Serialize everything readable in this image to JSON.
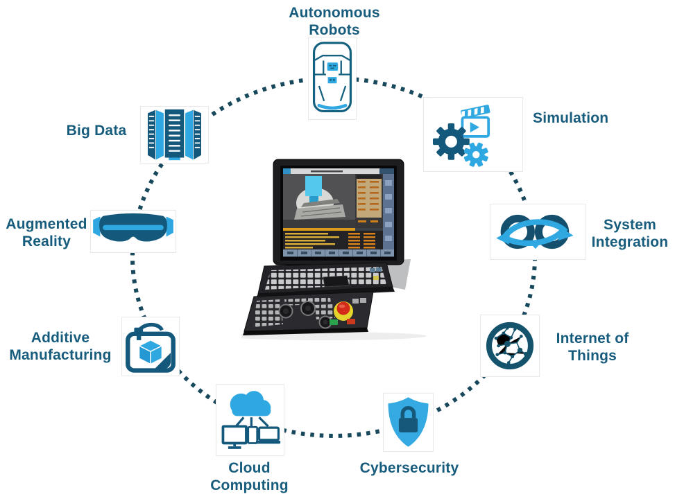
{
  "diagram": {
    "alt": "Industry 4.0 technologies arranged in a dotted circle around a CNC machine control panel",
    "colors": {
      "label_text": "#175C7D",
      "icon_dark_teal": "#14587C",
      "icon_light_blue": "#2FA8E1",
      "dotted_circle": "#17485C",
      "background": "#FFFFFF"
    },
    "nodes": [
      {
        "id": "autonomous-robots",
        "label": "Autonomous Robots",
        "label_lines": [
          "Autonomous",
          "Robots"
        ],
        "icon": "autonomous-car-icon"
      },
      {
        "id": "simulation",
        "label": "Simulation",
        "label_lines": [
          "Simulation"
        ],
        "icon": "gears-clapperboard-icon"
      },
      {
        "id": "system-integration",
        "label": "System Integration",
        "label_lines": [
          "System",
          "Integration"
        ],
        "icon": "linked-rings-arrows-icon"
      },
      {
        "id": "internet-of-things",
        "label": "Internet of Things",
        "label_lines": [
          "Internet of",
          "Things"
        ],
        "icon": "network-globe-icon"
      },
      {
        "id": "cybersecurity",
        "label": "Cybersecurity",
        "label_lines": [
          "Cybersecurity"
        ],
        "icon": "shield-lock-icon"
      },
      {
        "id": "cloud-computing",
        "label": "Cloud Computing",
        "label_lines": [
          "Cloud",
          "Computing"
        ],
        "icon": "cloud-devices-icon"
      },
      {
        "id": "additive-manufacturing",
        "label": "Additive Manufacturing",
        "label_lines": [
          "Additive",
          "Manufacturing"
        ],
        "icon": "3d-printer-icon"
      },
      {
        "id": "augmented-reality",
        "label": "Augmented Reality",
        "label_lines": [
          "Augmented",
          "Reality"
        ],
        "icon": "ar-headset-icon"
      },
      {
        "id": "big-data",
        "label": "Big Data",
        "label_lines": [
          "Big Data"
        ],
        "icon": "server-stack-icon"
      }
    ],
    "machine": {
      "alt": "CNC machine control panel with touchscreen, machining simulation, keyboard and operator panel with emergency stop"
    }
  }
}
